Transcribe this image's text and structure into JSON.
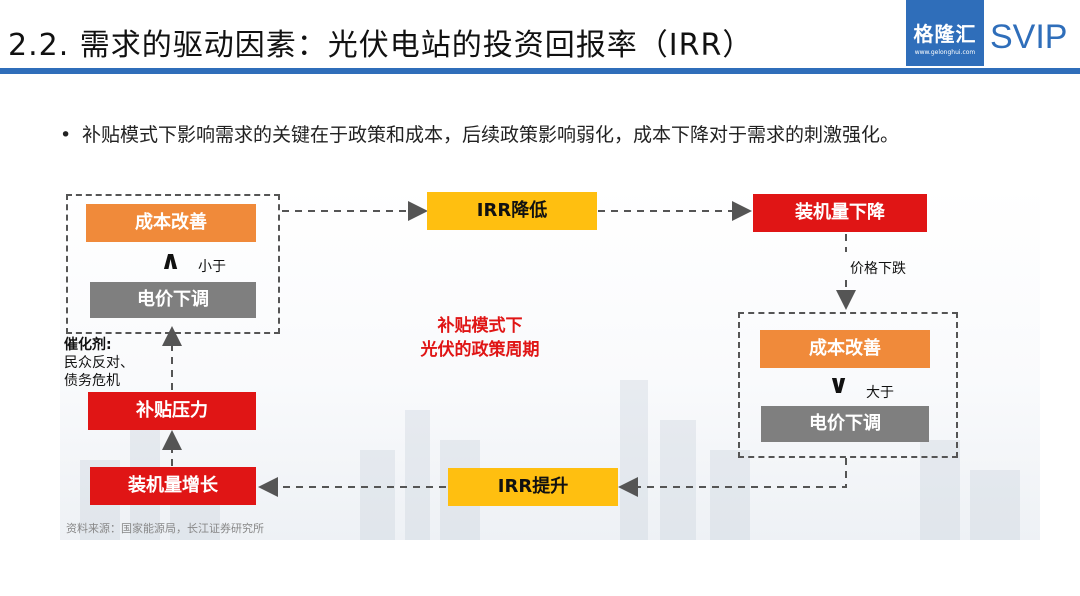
{
  "header": {
    "title": "2.2. 需求的驱动因素：光伏电站的投资回报率（IRR）",
    "logo_text": "格隆汇",
    "logo_sub": "www.gelonghui.com",
    "badge": "SVIP"
  },
  "bullet": {
    "marker": "•",
    "text": "补贴模式下影响需求的关键在于政策和成本，后续政策影响弱化，成本下降对于需求的刺激强化。"
  },
  "diagram": {
    "left_top": {
      "cost": "成本改善",
      "symbol": "∧",
      "relation": "小于",
      "price": "电价下调"
    },
    "irr_down": "IRR降低",
    "install_down": "装机量下降",
    "price_drop": "价格下跌",
    "right": {
      "cost": "成本改善",
      "symbol": "∨",
      "relation": "大于",
      "price": "电价下调"
    },
    "irr_up": "IRR提升",
    "install_up": "装机量增长",
    "subsidy": "补贴压力",
    "catalyst_title": "催化剂:",
    "catalyst_lines": [
      "民众反对、",
      "债务危机"
    ],
    "center_lines": [
      "补贴模式下",
      "光伏的政策周期"
    ]
  },
  "footer": {
    "source": "资料来源：国家能源局，长江证券研究所"
  },
  "colors": {
    "brand": "#2f6eba",
    "orange": "#f08a3a",
    "gray": "#7f7f7f",
    "red": "#e01515",
    "yellow": "#ffbf10"
  }
}
